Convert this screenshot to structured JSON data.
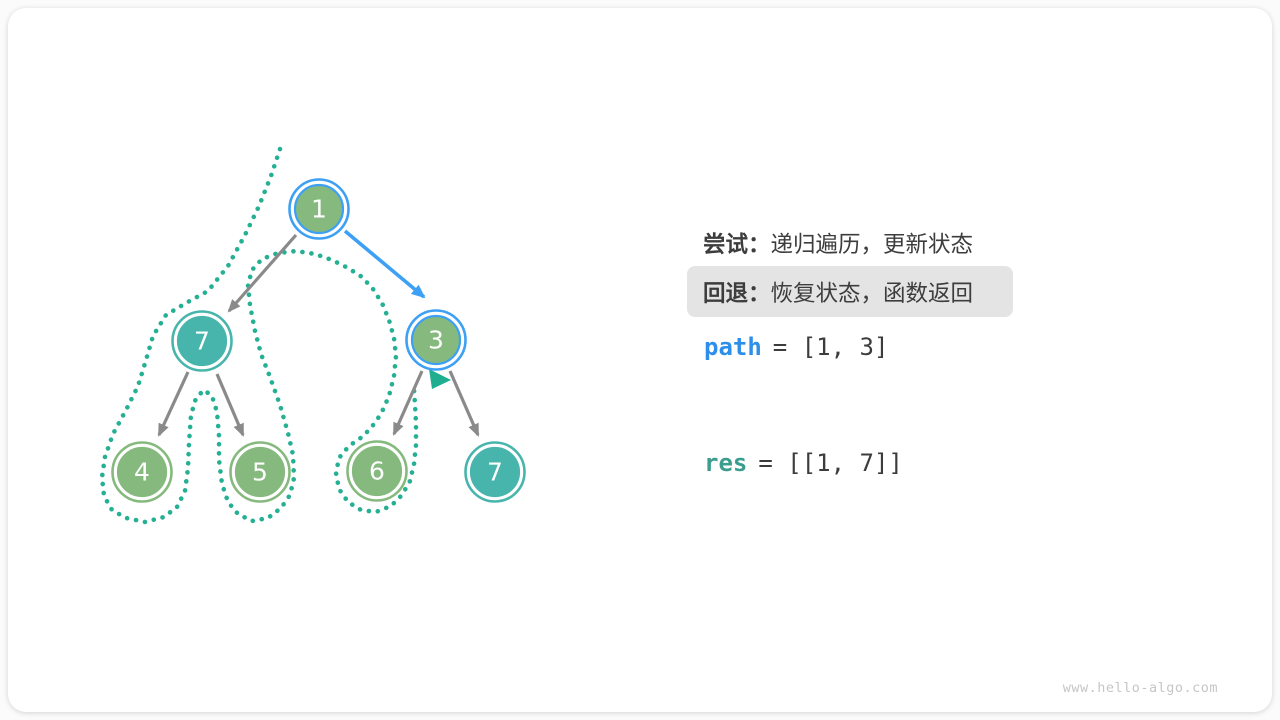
{
  "figure": {
    "watermark": "www.hello-algo.com",
    "colors": {
      "node_green": "#85b97e",
      "node_teal": "#48b5ac",
      "highlight_blue": "#3da0f4",
      "trail_teal": "#25b094",
      "edge_gray": "#8a8a8a",
      "text_dark": "#3d3d3d",
      "code_blue": "#2e8fea",
      "code_teal": "#3a9d8e",
      "highlight_bg": "#e4e4e4"
    }
  },
  "tree": {
    "nodes": [
      {
        "value": "1",
        "color": "green",
        "ring": "blue"
      },
      {
        "value": "7",
        "color": "teal",
        "ring": "teal"
      },
      {
        "value": "3",
        "color": "green",
        "ring": "blue"
      },
      {
        "value": "4",
        "color": "green",
        "ring": "green"
      },
      {
        "value": "5",
        "color": "green",
        "ring": "green"
      },
      {
        "value": "6",
        "color": "green",
        "ring": "green"
      },
      {
        "value": "7",
        "color": "teal",
        "ring": "teal"
      }
    ],
    "edges": [
      {
        "from": "1",
        "to": "7",
        "style": "gray"
      },
      {
        "from": "1",
        "to": "3",
        "style": "blue"
      },
      {
        "from": "7",
        "to": "4",
        "style": "gray"
      },
      {
        "from": "7",
        "to": "5",
        "style": "gray"
      },
      {
        "from": "3",
        "to": "6",
        "style": "gray"
      },
      {
        "from": "3",
        "to": "7",
        "style": "gray"
      }
    ]
  },
  "legend": {
    "try": {
      "label": "尝试：",
      "text": "递归遍历，更新状态"
    },
    "backtrack": {
      "label": "回退：",
      "text": "恢复状态，函数返回"
    },
    "path_var": {
      "name": "path",
      "rhs": "= [1, 3]"
    },
    "res_var": {
      "name": "res",
      "rhs": "= [[1, 7]]"
    }
  }
}
